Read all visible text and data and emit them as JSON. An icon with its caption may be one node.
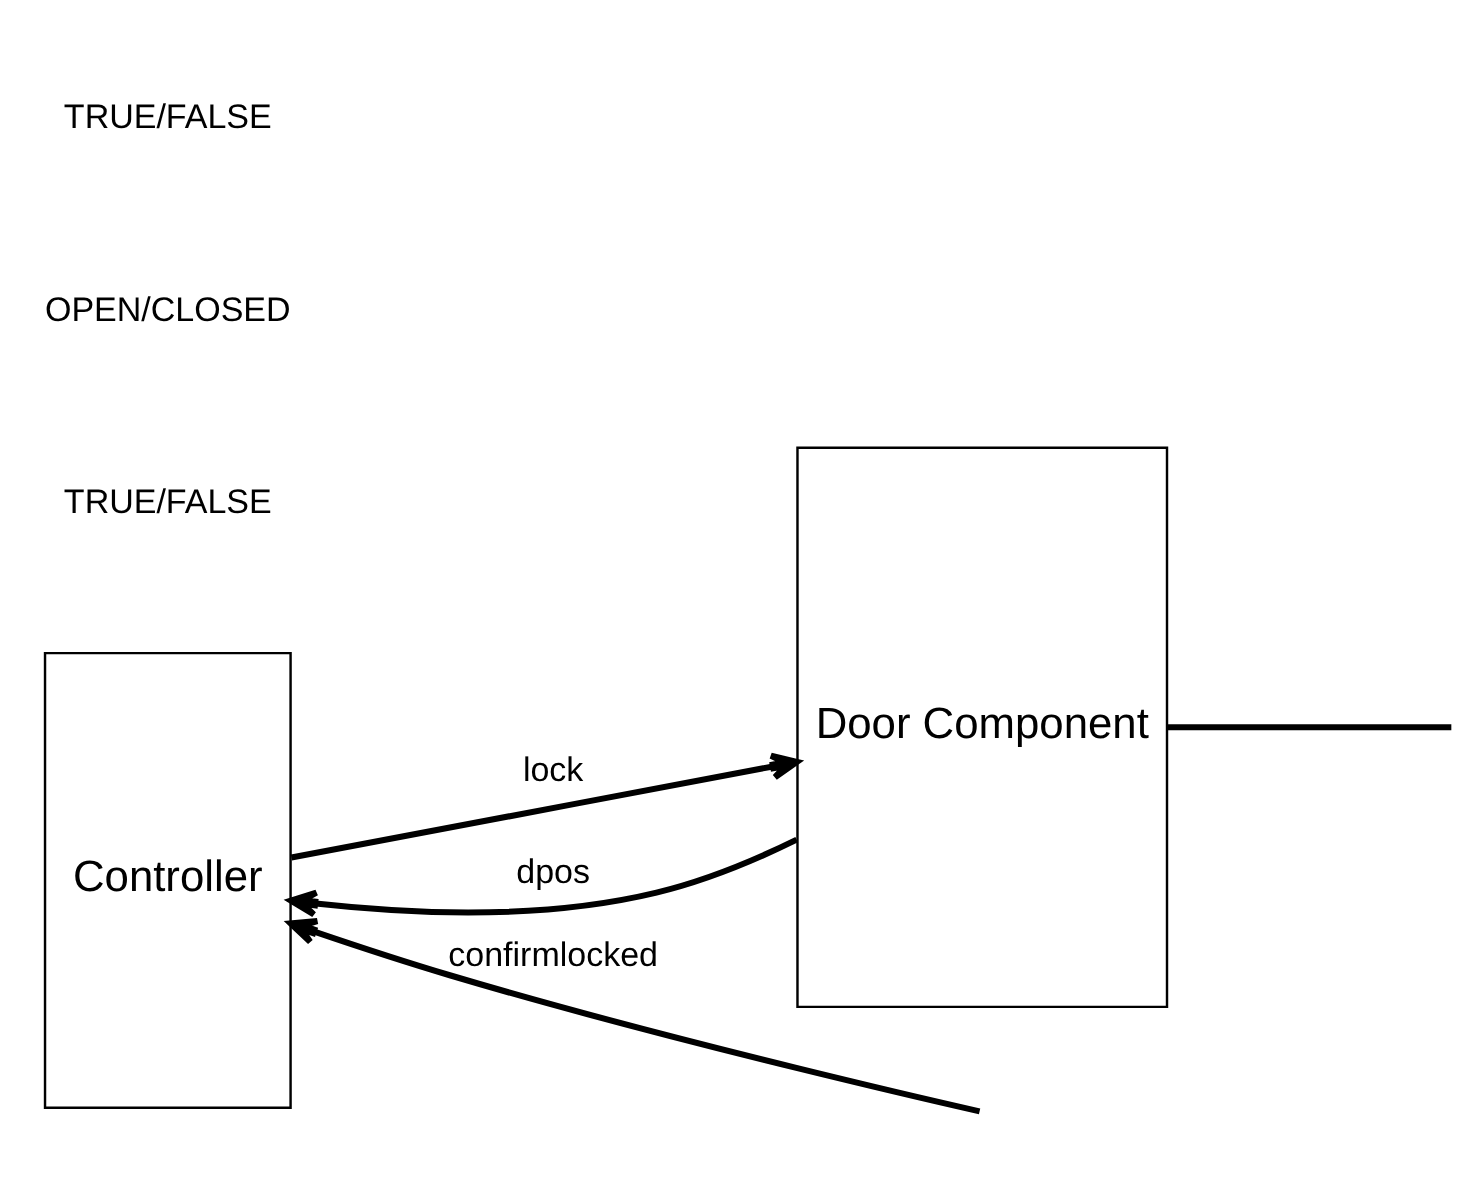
{
  "diagram": {
    "nodes": [
      {
        "text": [
          "Controller"
        ]
      },
      {
        "text": [
          "Door Component"
        ]
      }
    ],
    "edges": [
      {
        "from": null,
        "to": 0,
        "arrow": "to",
        "label": "confirmlocked"
      },
      {
        "from": 1,
        "to": 0,
        "arrow": "to",
        "label": "dpos"
      },
      {
        "from": 1,
        "to": null,
        "arrow": "none"
      },
      {
        "from": 0,
        "to": 1,
        "arrow": "to",
        "label": "lock"
      }
    ],
    "labels": [
      "TRUE/FALSE",
      "OPEN/CLOSED",
      "TRUE/FALSE"
    ]
  }
}
